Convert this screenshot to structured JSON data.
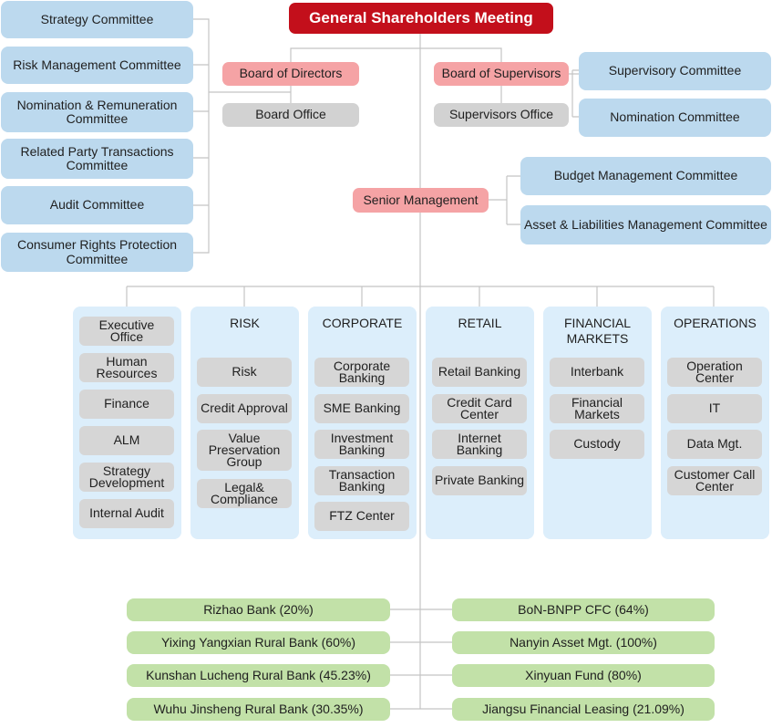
{
  "top": {
    "title": "General Shareholders Meeting"
  },
  "board": {
    "directors": "Board of Directors",
    "office": "Board Office",
    "committees": [
      "Strategy Committee",
      "Risk Management Committee",
      "Nomination & Remuneration Committee",
      "Related Party Transactions Committee",
      "Audit Committee",
      "Consumer Rights Protection Committee"
    ]
  },
  "supervisors": {
    "board": "Board of Supervisors",
    "office": "Supervisors Office",
    "committees": [
      "Supervisory Committee",
      "Nomination Committee"
    ]
  },
  "senior": {
    "label": "Senior Management",
    "committees": [
      "Budget Management Committee",
      "Asset & Liabilities Management Committee"
    ]
  },
  "departments": [
    {
      "title": "",
      "items": [
        "Executive Office",
        "Human Resources",
        "Finance",
        "ALM",
        "Strategy Development",
        "Internal Audit"
      ]
    },
    {
      "title": "RISK",
      "items": [
        "Risk",
        "Credit Approval",
        "Value Preservation Group",
        "Legal& Compliance"
      ]
    },
    {
      "title": "CORPORATE",
      "items": [
        "Corporate Banking",
        "SME Banking",
        "Investment Banking",
        "Transaction Banking",
        "FTZ Center"
      ]
    },
    {
      "title": "RETAIL",
      "items": [
        "Retail Banking",
        "Credit Card Center",
        "Internet Banking",
        "Private Banking"
      ]
    },
    {
      "title": "FINANCIAL MARKETS",
      "items": [
        "Interbank",
        "Financial Markets",
        "Custody"
      ]
    },
    {
      "title": "OPERATIONS",
      "items": [
        "Operation Center",
        "IT",
        "Data Mgt.",
        "Customer Call Center"
      ]
    }
  ],
  "subsidiaries": {
    "left": [
      "Rizhao Bank (20%)",
      "Yixing Yangxian Rural Bank (60%)",
      "Kunshan Lucheng Rural Bank (45.23%)",
      "Wuhu Jinsheng Rural Bank (30.35%)"
    ],
    "right": [
      "BoN-BNPP CFC (64%)",
      "Nanyin Asset Mgt. (100%)",
      "Xinyuan Fund (80%)",
      "Jiangsu Financial Leasing (21.09%)"
    ]
  }
}
